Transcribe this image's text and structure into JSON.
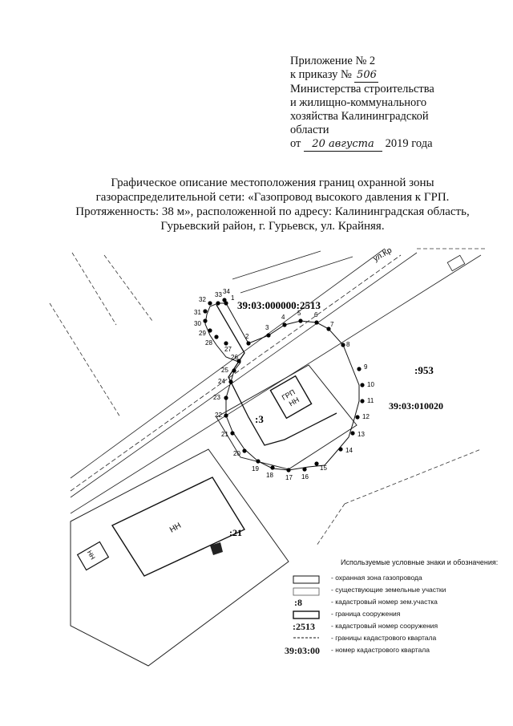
{
  "header": {
    "line1": "Приложение № 2",
    "line2_prefix": "к приказу №",
    "order_number": "506",
    "line3": "Министерства строительства",
    "line4": "и жилищно-коммунального",
    "line5": "хозяйства Калининградской",
    "line6": "области",
    "date_prefix": "от",
    "date_handwritten": "20 августа",
    "date_suffix": "2019 года"
  },
  "title": {
    "line1": "Графическое описание местоположения границ охранной зоны",
    "line2": "газораспределительной сети: «Газопровод высокого давления к ГРП.",
    "line3": "Протяженность: 38 м», расположенной по адресу: Калининградская область,",
    "line4": "Гурьевский район, г. Гурьевск, ул. Крайняя."
  },
  "map": {
    "structure_cadastral": "39:03:000000:2513",
    "quarter_number": "39:03:010020",
    "parcel_953": ":953",
    "parcel_3": ":3",
    "parcel_21": ":21",
    "street": "ул.Кр",
    "grp_label": "ГРП",
    "grp_sub": "НН",
    "building_label": "НН",
    "small_building": "НН",
    "points": [
      "1",
      "2",
      "3",
      "4",
      "5",
      "6",
      "7",
      "8",
      "9",
      "10",
      "11",
      "12",
      "13",
      "14",
      "15",
      "16",
      "17",
      "18",
      "19",
      "20",
      "21",
      "22",
      "23",
      "24",
      "25",
      "26",
      "27",
      "28",
      "29",
      "30",
      "31",
      "32",
      "33",
      "34"
    ]
  },
  "legend": {
    "title": "Используемые условные знаки и обозначения:",
    "items": [
      {
        "label": "- охранная зона газопровода"
      },
      {
        "label": "- существующие земельные участки"
      },
      {
        "symbol": ":8",
        "label": "- кадастровый номер зем.участка"
      },
      {
        "label": "- граница сооружения"
      },
      {
        "symbol": ":2513",
        "label": "- кадастровый номер сооружения"
      },
      {
        "label": "- границы кадастрового квартала"
      },
      {
        "symbol": "39:03:00",
        "label": "- номер кадастрового квартала"
      }
    ]
  }
}
